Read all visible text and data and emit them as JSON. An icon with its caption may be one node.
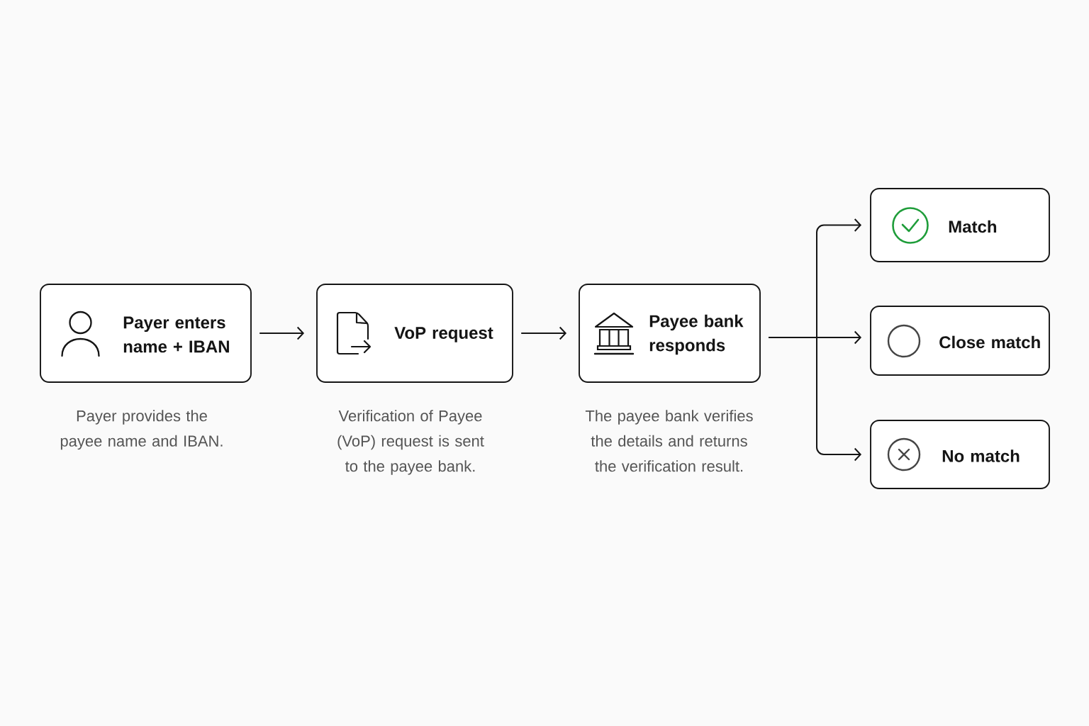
{
  "diagram": {
    "nodes": [
      {
        "text": [
          "Payer enters name + IBAN"
        ],
        "beside": [
          "Payer provides the payee name and IBAN."
        ]
      },
      {
        "text": [
          "VoP request"
        ],
        "beside": [
          "Verification of Payee (VoP) request is sent to the payee bank."
        ]
      },
      {
        "text": [
          "Payee bank responds"
        ],
        "beside": [
          "The payee bank verifies the details and returns the verification result."
        ]
      },
      {
        "text": [
          "Match"
        ]
      },
      {
        "text": [
          "Close match"
        ]
      },
      {
        "text": [
          "No match"
        ]
      }
    ],
    "edges": [
      {
        "from": 0,
        "to": 1,
        "arrow": "to"
      },
      {
        "from": 1,
        "to": 2,
        "arrow": "to"
      },
      {
        "from": 2,
        "to": 3,
        "arrow": "to"
      },
      {
        "from": 2,
        "to": 4,
        "arrow": "to"
      },
      {
        "from": 2,
        "to": 5,
        "arrow": "to"
      }
    ]
  }
}
